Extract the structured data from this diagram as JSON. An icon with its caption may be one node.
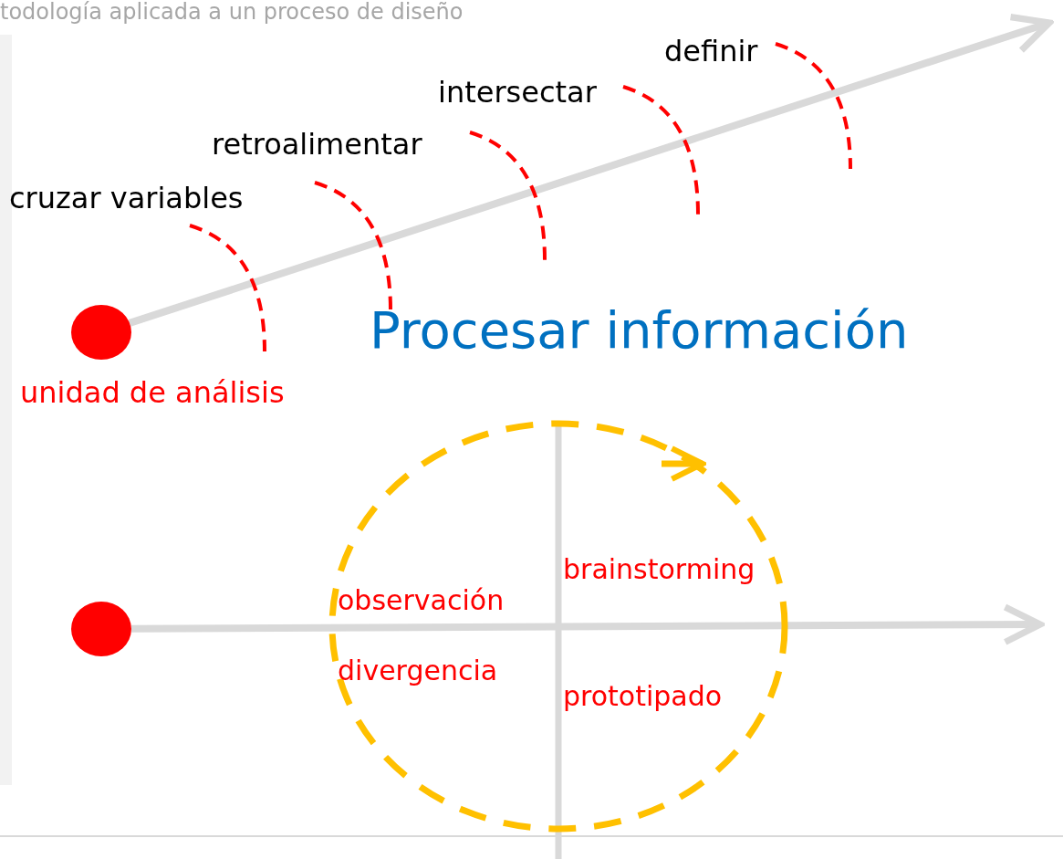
{
  "diagram": {
    "title": "todología aplicada a un proceso de diseño",
    "nodes": [
      {
        "text": [],
        "shape": "circle",
        "beside": [
          "unidad de análisis"
        ]
      },
      {
        "text": [],
        "shape": "circle"
      }
    ],
    "edges": [
      {
        "from": 0,
        "to": null,
        "arrow": "to"
      },
      {
        "from": 1,
        "to": null,
        "arrow": "to"
      }
    ],
    "labels": [
      "definir",
      "intersectar",
      "retroalimentar",
      "cruzar variables",
      "Procesar información",
      "brainstorming",
      "observación",
      "divergencia",
      "prototipado"
    ]
  }
}
